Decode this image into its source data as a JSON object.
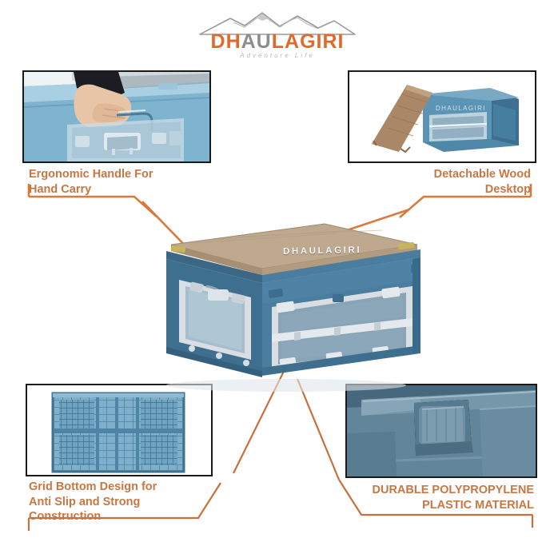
{
  "brand": {
    "name": "DHAULAGIRI",
    "name_part_1": "DH",
    "name_part_2": "AU",
    "name_part_3": "L",
    "name_part_4": "AGIRI",
    "tagline": "Adventure Life",
    "logo_icon": "mountain-range-icon"
  },
  "product": {
    "body_label": "DHAULAGIRI",
    "colors": {
      "crate_blue": "#4A7D9E",
      "crate_blue_dark": "#3B6785",
      "crate_blue_light": "#5E93B4",
      "wood_tan": "#BFA98E",
      "wood_tan_dark": "#A68F73",
      "panel_translucent": "#8FA9BC",
      "frame_white": "#D8DEE3",
      "accent_orange": "#C8703C",
      "label_orange": "#C87743",
      "inset_border": "#1a1a1a",
      "background": "#ffffff"
    }
  },
  "callouts": [
    {
      "id": "handle",
      "line_1": "Ergonomic Handle For",
      "line_2": "Hand Carry",
      "align": "left",
      "photo": "hand-gripping-handle-photo"
    },
    {
      "id": "wood",
      "line_1": "Detachable Wood",
      "line_2": "Desktop",
      "align": "right",
      "photo": "detached-wood-board-photo"
    },
    {
      "id": "grid",
      "line_1": "Grid Bottom Design for",
      "line_2": "Anti Slip and Strong",
      "line_3": "Construction",
      "align": "left",
      "photo": "grid-bottom-underside-photo"
    },
    {
      "id": "plastic",
      "line_1": "DURABLE POLYPROPYLENE",
      "line_2": "PLASTIC MATERIAL",
      "align": "right",
      "photo": "plastic-latch-closeup-photo"
    }
  ]
}
